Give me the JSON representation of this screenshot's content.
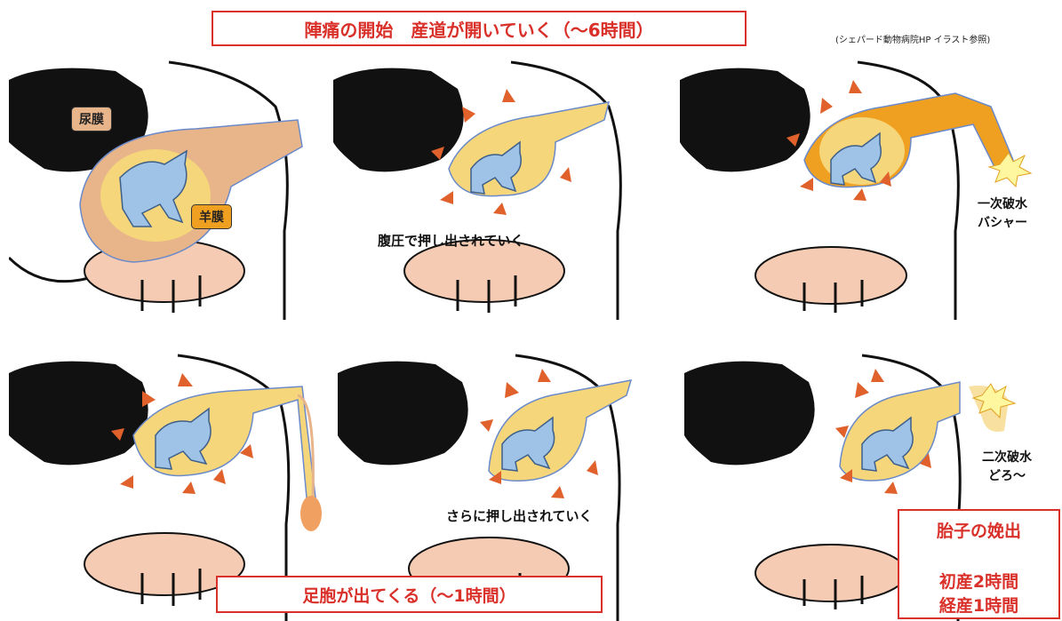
{
  "header": {
    "title": "陣痛の開始　産道が開いていく（〜6時間）",
    "credit": "(シェパード動物病院HP イラスト参照)"
  },
  "labels": {
    "allantois": "尿膜",
    "amnion": "羊膜",
    "abdominal_push": "腹圧で押し出されていく",
    "first_rupture_l1": "一次破水",
    "first_rupture_l2": "バシャー",
    "push_more": "さらに押し出されていく",
    "second_rupture_l1": "二次破水",
    "second_rupture_l2": "どろ〜"
  },
  "footer": {
    "feet_title": "足胞が出てくる（〜1時間）",
    "delivery_title": "胎子の娩出",
    "primiparous": "初産2時間",
    "multiparous": "経産1時間"
  },
  "colors": {
    "accent_red": "#d9302a",
    "arrow": "#e0612b",
    "allantois_fill": "#e8b48a",
    "amnion_fill": "#f5d67a",
    "calf_fill": "#9fc3e6",
    "udder": "#f5cbb4",
    "fluid_orange": "#f0a020"
  }
}
